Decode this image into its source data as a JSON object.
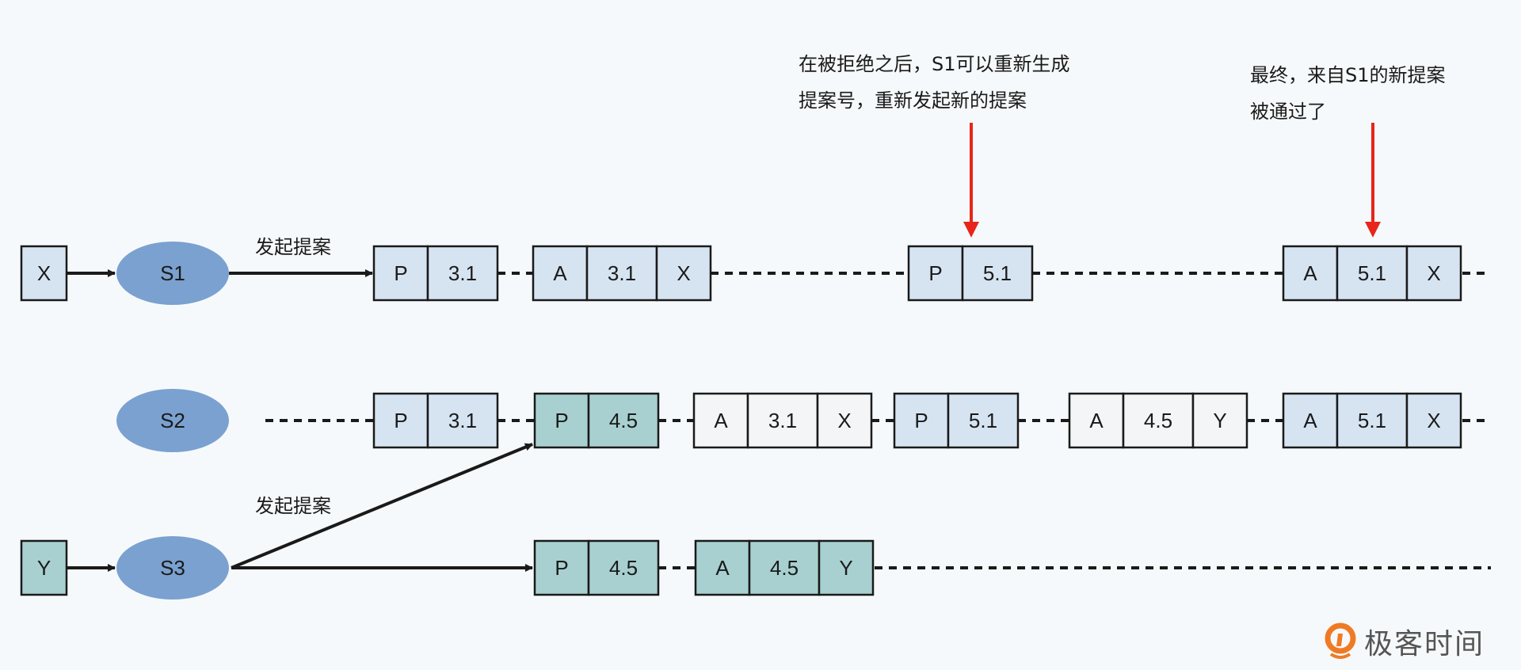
{
  "colors": {
    "background": "#f6f9fb",
    "blue_box": "#d6e4f2",
    "teal_box": "#a8d0d0",
    "grey_box": "#f3f5f7",
    "server_node": "#7aa1d0",
    "stroke": "#1a1a1a",
    "annotation_arrow": "#e8251a"
  },
  "inputs": {
    "s1_value": "X",
    "s3_value": "Y"
  },
  "servers": {
    "s1": "S1",
    "s2": "S2",
    "s3": "S3"
  },
  "edge_labels": {
    "s1_propose": "发起提案",
    "s3_propose": "发起提案"
  },
  "timelines": {
    "s1": [
      {
        "cells": [
          "P",
          "3.1"
        ],
        "color": "blue"
      },
      {
        "cells": [
          "A",
          "3.1",
          "X"
        ],
        "color": "blue"
      },
      {
        "cells": [
          "P",
          "5.1"
        ],
        "color": "blue"
      },
      {
        "cells": [
          "A",
          "5.1",
          "X"
        ],
        "color": "blue"
      }
    ],
    "s2": [
      {
        "cells": [
          "P",
          "3.1"
        ],
        "color": "blue"
      },
      {
        "cells": [
          "P",
          "4.5"
        ],
        "color": "teal"
      },
      {
        "cells": [
          "A",
          "3.1",
          "X"
        ],
        "color": "grey"
      },
      {
        "cells": [
          "P",
          "5.1"
        ],
        "color": "blue"
      },
      {
        "cells": [
          "A",
          "4.5",
          "Y"
        ],
        "color": "grey"
      },
      {
        "cells": [
          "A",
          "5.1",
          "X"
        ],
        "color": "blue"
      }
    ],
    "s3": [
      {
        "cells": [
          "P",
          "4.5"
        ],
        "color": "teal"
      },
      {
        "cells": [
          "A",
          "4.5",
          "Y"
        ],
        "color": "teal"
      }
    ]
  },
  "annotations": {
    "retry": {
      "line1": "在被拒绝之后，S1可以重新生成",
      "line2": "提案号，重新发起新的提案"
    },
    "accepted": {
      "line1": "最终，来自S1的新提案",
      "line2": "被通过了"
    }
  },
  "logo": {
    "text": "极客时间"
  }
}
